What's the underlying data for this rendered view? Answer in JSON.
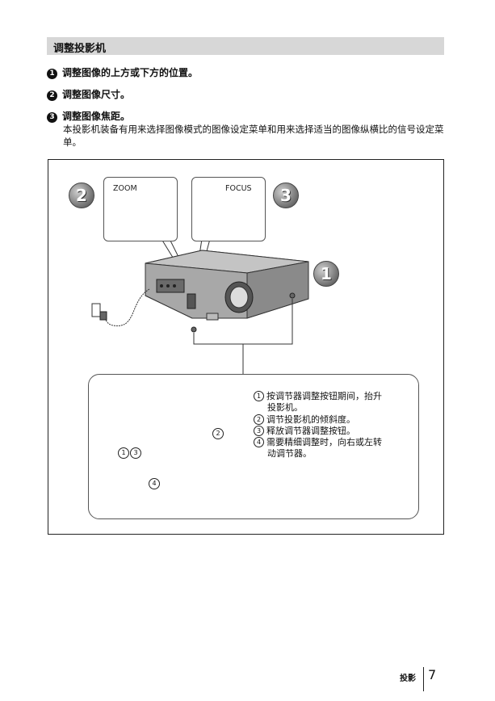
{
  "section": {
    "title": "调整投影机"
  },
  "steps": [
    {
      "num": "1",
      "text": "调整图像的上方或下方的位置。"
    },
    {
      "num": "2",
      "text": "调整图像尺寸。"
    },
    {
      "num": "3",
      "text": "调整图像焦距。"
    }
  ],
  "step3_description": "本投影机装备有用来选择图像模式的图像设定菜单和用来选择适当的图像纵横比的信号设定菜单。",
  "figure": {
    "zoom_label": "ZOOM",
    "focus_label": "FOCUS",
    "badges": [
      "2",
      "3",
      "1"
    ],
    "callout_numbers": {
      "step1_3": [
        "1",
        "3"
      ],
      "step2": "2",
      "step4": "4"
    },
    "instructions": [
      {
        "num": "1",
        "lines": [
          "按调节器调整按钮期间，抬升",
          "投影机。"
        ]
      },
      {
        "num": "2",
        "lines": [
          "调节投影机的倾斜度。"
        ]
      },
      {
        "num": "3",
        "lines": [
          "释放调节器调整按钮。"
        ]
      },
      {
        "num": "4",
        "lines": [
          "需要精细调整时，向右或左转",
          "动调节器。"
        ]
      }
    ]
  },
  "footer": {
    "section_label": "投影",
    "page_number": "7"
  }
}
